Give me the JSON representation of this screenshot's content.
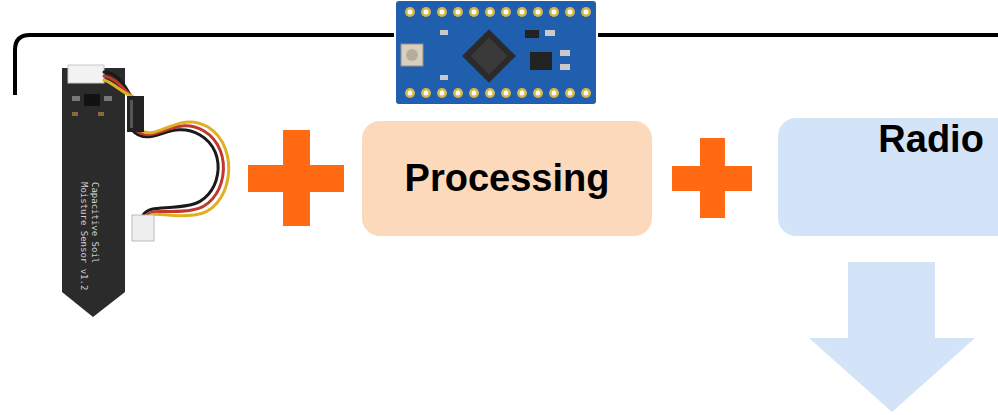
{
  "diagram": {
    "nodes": [
      {
        "text": [
          "Processing"
        ]
      },
      {
        "text": [
          "Radio"
        ]
      }
    ],
    "labels": [
      "Capacitive Soil Moisture Sensor v1.2"
    ]
  }
}
